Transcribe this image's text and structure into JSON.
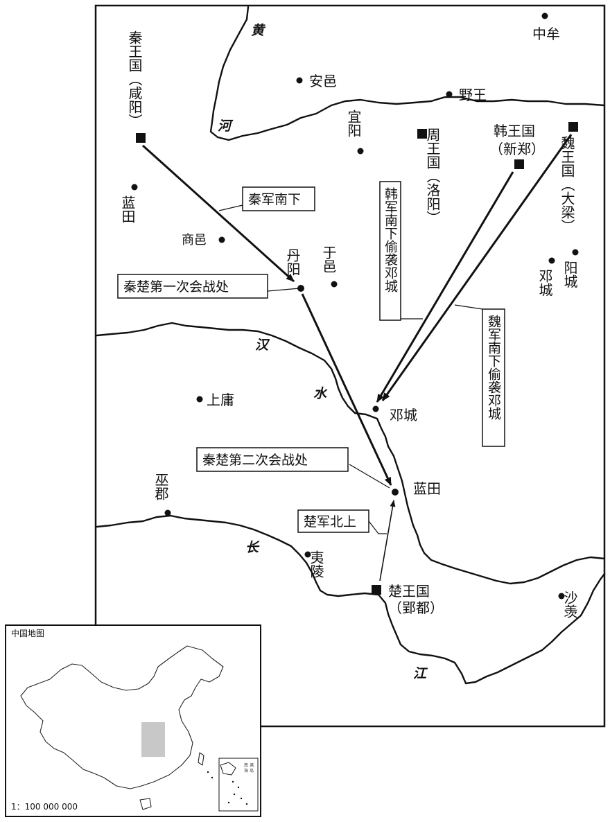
{
  "rivers": {
    "huang": [
      "黄",
      "河"
    ],
    "han": [
      "汉",
      "水"
    ],
    "changjiang": [
      "长",
      "江"
    ]
  },
  "capitals": {
    "qin": "秦王国（咸阳）",
    "zhou": "周王国（洛阳）",
    "han_state": [
      "韩王国",
      "（新郑）"
    ],
    "wei": "魏王国（大梁）",
    "chu": [
      "楚王国",
      "（郢都）"
    ]
  },
  "cities": {
    "zhongmou": "中牟",
    "anyi": "安邑",
    "yewang": "野王",
    "yiyang": "宜阳",
    "lantian_north": "蓝田",
    "shangyi": "商邑",
    "danyang": "丹阳",
    "yuyi": "于邑",
    "dengcheng_east": "邓城",
    "yangcheng": "阳城",
    "shangyong": "上庸",
    "dengcheng": "邓城",
    "wujun": "巫郡",
    "lantian": "蓝田",
    "yiling": "夷陵",
    "shaxian": "沙羡"
  },
  "callouts": {
    "qin_south": "秦军南下",
    "battle_1": "秦楚第一次会战处",
    "han_attack": "韩军南下偷袭邓城",
    "wei_attack": "魏军南下偷袭邓城",
    "battle_2": "秦楚第二次会战处",
    "chu_north": "楚军北上"
  },
  "inset": {
    "title": "中国地图",
    "scale": "1：100 000 000",
    "nanhai": [
      "南",
      "海",
      "诸",
      "岛"
    ],
    "highlight_color": "#c8c8c8"
  },
  "colors": {
    "ink": "#111111",
    "paper": "#ffffff"
  }
}
